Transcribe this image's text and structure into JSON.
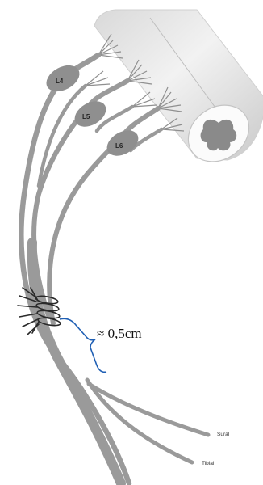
{
  "diagram": {
    "root_labels": [
      "L4",
      "L5",
      "L6"
    ],
    "measurement_label": "≈ 0,5cm",
    "branch_labels": {
      "sural": "Sural",
      "tibial": "Tibial"
    },
    "colors": {
      "nerve": "#9a9a9a",
      "ganglion": "#8f8f8f",
      "cord_light": "#f3f3f3",
      "cord_dark": "#cfcfcf",
      "grey_matter": "#8a8a8a",
      "suture": "#2a2a2a",
      "bracket": "#1f5fb4"
    }
  }
}
